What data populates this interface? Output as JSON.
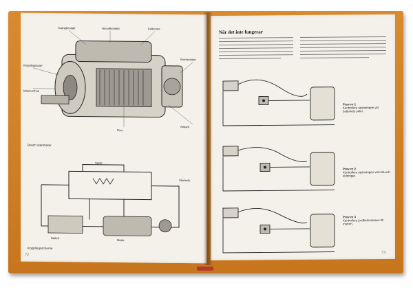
{
  "left_page": {
    "cutaway_labels": [
      "Svängkontakt",
      "Huvudkontakt",
      "Kolborste",
      "Kopplingssparr",
      "Manöverhus",
      "Kommutator",
      "Ankare",
      "Drev"
    ],
    "caption": "Bosch startmotor",
    "schematic_labels": [
      "Spole",
      "Batteri",
      "Motor",
      "Startrelä"
    ],
    "caption2": "Kopplingsschema",
    "page_number": "72"
  },
  "right_page": {
    "heading": "När det inte fungerar",
    "proofs": [
      {
        "title": "Prov nr 1",
        "text": "Kontrollera spänningen vid batteriets poler."
      },
      {
        "title": "Prov nr 2",
        "text": "Kontrollera spänningen vid relä och ledningar."
      },
      {
        "title": "Prov nr 3",
        "text": "Kontrollera jordförbindelsen till motorn."
      }
    ],
    "page_number": "73"
  }
}
